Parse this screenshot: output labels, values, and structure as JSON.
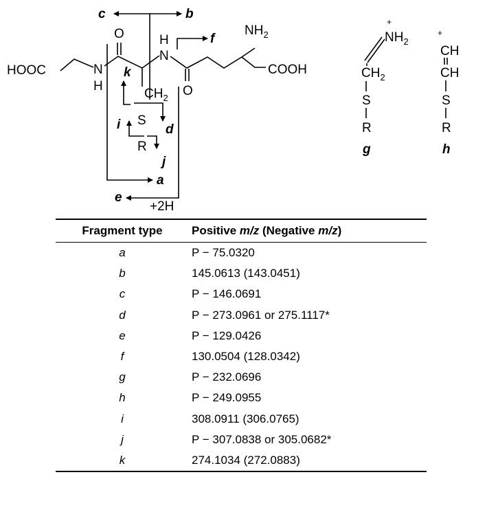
{
  "scheme": {
    "atoms": {
      "hooc": "HOOC",
      "n": "N",
      "h": "H",
      "o": "O",
      "ch": "CH",
      "two": "2",
      "s": "S",
      "r": "R",
      "cooh": "COOH",
      "nh": "NH",
      "plus": "+",
      "plus2h": "+2H"
    },
    "fragments": [
      "a",
      "b",
      "c",
      "d",
      "e",
      "f",
      "g",
      "h",
      "i",
      "j",
      "k"
    ]
  },
  "table": {
    "headers": {
      "fragment_type": "Fragment type",
      "mz_pre": "Positive ",
      "mz_italic": "m/z",
      "mz_mid": " (Negative ",
      "mz_italic2": "m/z",
      "mz_end": ")"
    },
    "rows": [
      {
        "type": "a",
        "mz": "P − 75.0320"
      },
      {
        "type": "b",
        "mz": "145.0613 (143.0451)"
      },
      {
        "type": "c",
        "mz": "P − 146.0691"
      },
      {
        "type": "d",
        "mz": "P − 273.0961 or 275.1117*"
      },
      {
        "type": "e",
        "mz": "P − 129.0426"
      },
      {
        "type": "f",
        "mz": "130.0504 (128.0342)"
      },
      {
        "type": "g",
        "mz": "P − 232.0696"
      },
      {
        "type": "h",
        "mz": "P − 249.0955"
      },
      {
        "type": "i",
        "mz": "308.0911 (306.0765)"
      },
      {
        "type": "j",
        "mz": "P − 307.0838 or 305.0682*"
      },
      {
        "type": "k",
        "mz": "274.1034 (272.0883)"
      }
    ]
  }
}
